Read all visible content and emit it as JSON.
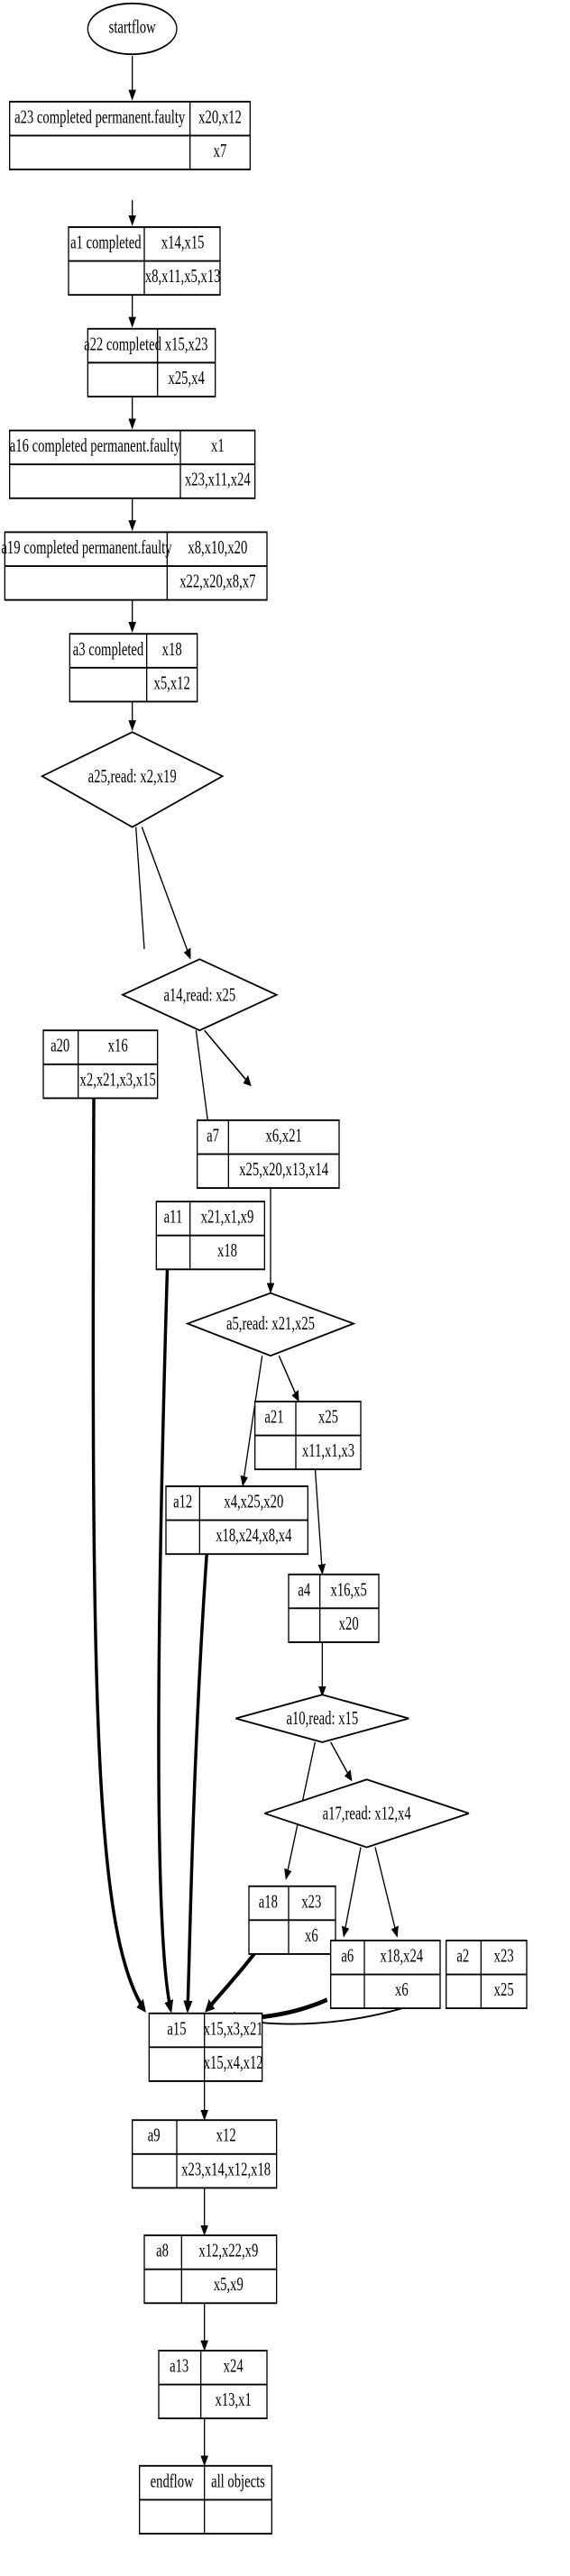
{
  "diagram": {
    "type": "flowchart",
    "title": "startflow-endflow activity graph",
    "start": {
      "id": "startflow",
      "label": "startflow",
      "shape": "ellipse"
    },
    "end": {
      "id": "endflow",
      "label": "endflow",
      "right_top": "all objects",
      "right_bottom": "",
      "shape": "record"
    },
    "nodes": [
      {
        "id": "a23",
        "shape": "record",
        "left": "a23  completed permanent.faulty",
        "right_top": "x20,x12",
        "right_bottom": "x7"
      },
      {
        "id": "a1",
        "shape": "record",
        "left": "a1  completed",
        "right_top": "x14,x15",
        "right_bottom": "x8,x11,x5,x13"
      },
      {
        "id": "a22",
        "shape": "record",
        "left": "a22 completed",
        "right_top": "x15,x23",
        "right_bottom": "x25,x4"
      },
      {
        "id": "a16",
        "shape": "record",
        "left": "a16 completed permanent.faulty",
        "right_top": "x1",
        "right_bottom": "x23,x11,x24"
      },
      {
        "id": "a19",
        "shape": "record",
        "left": "a19 completed permanent.faulty",
        "right_top": "x8,x10,x20",
        "right_bottom": "x22,x20,x8,x7"
      },
      {
        "id": "a3",
        "shape": "record",
        "left": "a3 completed",
        "right_top": "x18",
        "right_bottom": "x5,x12"
      },
      {
        "id": "a25",
        "shape": "diamond",
        "label": "a25,read: x2,x19"
      },
      {
        "id": "a14",
        "shape": "diamond",
        "label": "a14,read: x25"
      },
      {
        "id": "a20",
        "shape": "record",
        "left": "a20",
        "right_top": "x16",
        "right_bottom": "x2,x21,x3,x15"
      },
      {
        "id": "a7",
        "shape": "record",
        "left": "a7",
        "right_top": "x6,x21",
        "right_bottom": "x25,x20,x13,x14"
      },
      {
        "id": "a11",
        "shape": "record",
        "left": "a11",
        "right_top": "x21,x1,x9",
        "right_bottom": "x18"
      },
      {
        "id": "a5",
        "shape": "diamond",
        "label": "a5,read: x21,x25"
      },
      {
        "id": "a21",
        "shape": "record",
        "left": "a21",
        "right_top": "x25",
        "right_bottom": "x11,x1,x3"
      },
      {
        "id": "a12",
        "shape": "record",
        "left": "a12",
        "right_top": "x4,x25,x20",
        "right_bottom": "x18,x24,x8,x4"
      },
      {
        "id": "a4",
        "shape": "record",
        "left": "a4",
        "right_top": "x16,x5",
        "right_bottom": "x20"
      },
      {
        "id": "a10",
        "shape": "diamond",
        "label": "a10,read: x15"
      },
      {
        "id": "a17",
        "shape": "diamond",
        "label": "a17,read: x12,x4"
      },
      {
        "id": "a18",
        "shape": "record",
        "left": "a18",
        "right_top": "x23",
        "right_bottom": "x6"
      },
      {
        "id": "a6",
        "shape": "record",
        "left": "a6",
        "right_top": "x18,x24",
        "right_bottom": "x6"
      },
      {
        "id": "a2",
        "shape": "record",
        "left": "a2",
        "right_top": "x23",
        "right_bottom": "x25"
      },
      {
        "id": "a15",
        "shape": "record",
        "left": "a15",
        "right_top": "x15,x3,x21",
        "right_bottom": "x15,x4,x12"
      },
      {
        "id": "a9",
        "shape": "record",
        "left": "a9",
        "right_top": "x12",
        "right_bottom": "x23,x14,x12,x18"
      },
      {
        "id": "a8",
        "shape": "record",
        "left": "a8",
        "right_top": "x12,x22,x9",
        "right_bottom": "x5,x9"
      },
      {
        "id": "a13",
        "shape": "record",
        "left": "a13",
        "right_top": "x24",
        "right_bottom": "x13,x1"
      }
    ],
    "edges": [
      {
        "from": "startflow",
        "to": "a23"
      },
      {
        "from": "a23",
        "to": "a1"
      },
      {
        "from": "a1",
        "to": "a22"
      },
      {
        "from": "a22",
        "to": "a16"
      },
      {
        "from": "a16",
        "to": "a19"
      },
      {
        "from": "a19",
        "to": "a3"
      },
      {
        "from": "a3",
        "to": "a25"
      },
      {
        "from": "a25",
        "to": "a20"
      },
      {
        "from": "a25",
        "to": "a14"
      },
      {
        "from": "a14",
        "to": "a11"
      },
      {
        "from": "a14",
        "to": "a7"
      },
      {
        "from": "a7",
        "to": "a5"
      },
      {
        "from": "a5",
        "to": "a12"
      },
      {
        "from": "a5",
        "to": "a21"
      },
      {
        "from": "a21",
        "to": "a4"
      },
      {
        "from": "a4",
        "to": "a10"
      },
      {
        "from": "a10",
        "to": "a18"
      },
      {
        "from": "a10",
        "to": "a17"
      },
      {
        "from": "a17",
        "to": "a6"
      },
      {
        "from": "a17",
        "to": "a2"
      },
      {
        "from": "a20",
        "to": "a15"
      },
      {
        "from": "a11",
        "to": "a15"
      },
      {
        "from": "a12",
        "to": "a15"
      },
      {
        "from": "a18",
        "to": "a15"
      },
      {
        "from": "a6",
        "to": "a15"
      },
      {
        "from": "a2",
        "to": "a15"
      },
      {
        "from": "a15",
        "to": "a9"
      },
      {
        "from": "a9",
        "to": "a8"
      },
      {
        "from": "a8",
        "to": "a13"
      },
      {
        "from": "a13",
        "to": "endflow"
      }
    ],
    "colors": {
      "stroke": "#000000",
      "fill": "#ffffff",
      "text": "#000000"
    }
  }
}
